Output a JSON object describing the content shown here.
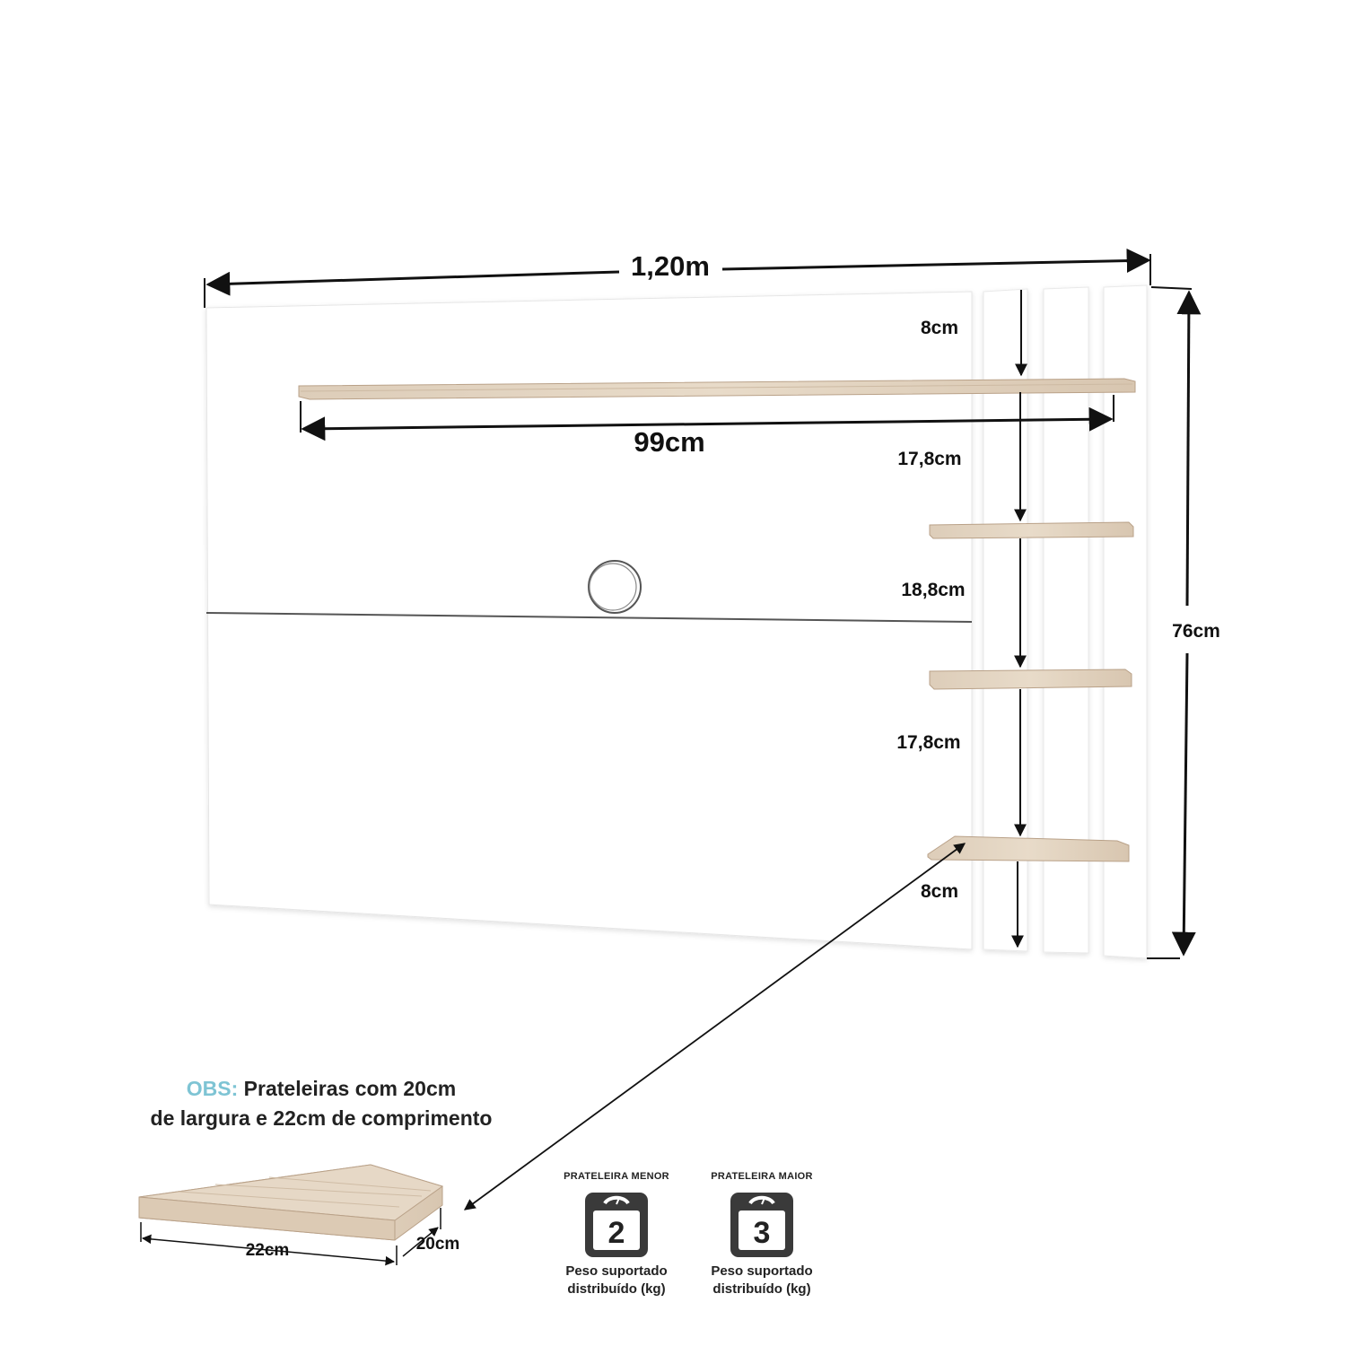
{
  "dimensions": {
    "total_width": "1,20m",
    "shelf_length": "99cm",
    "total_height": "76cm",
    "gap_top": "8cm",
    "gap_1": "17,8cm",
    "gap_2": "18,8cm",
    "gap_3": "17,8cm",
    "gap_bottom": "8cm"
  },
  "obs": {
    "key": "OBS:",
    "line1": "Prateleiras com 20cm",
    "line2": "de largura e 22cm de comprimento"
  },
  "small_shelf": {
    "length": "22cm",
    "depth": "20cm"
  },
  "weights": [
    {
      "caption": "PRATELEIRA MENOR",
      "value": "2",
      "note_line1": "Peso suportado",
      "note_line2": "distribuído (kg)"
    },
    {
      "caption": "PRATELEIRA MAIOR",
      "value": "3",
      "note_line1": "Peso suportado",
      "note_line2": "distribuído (kg)"
    }
  ],
  "colors": {
    "wood": "#e2d3c1",
    "wood_edge": "#c9b49c",
    "panel": "#ffffff",
    "panel_side": "#f1f1f1",
    "accent": "#7ec4d4",
    "ink": "#111111"
  }
}
